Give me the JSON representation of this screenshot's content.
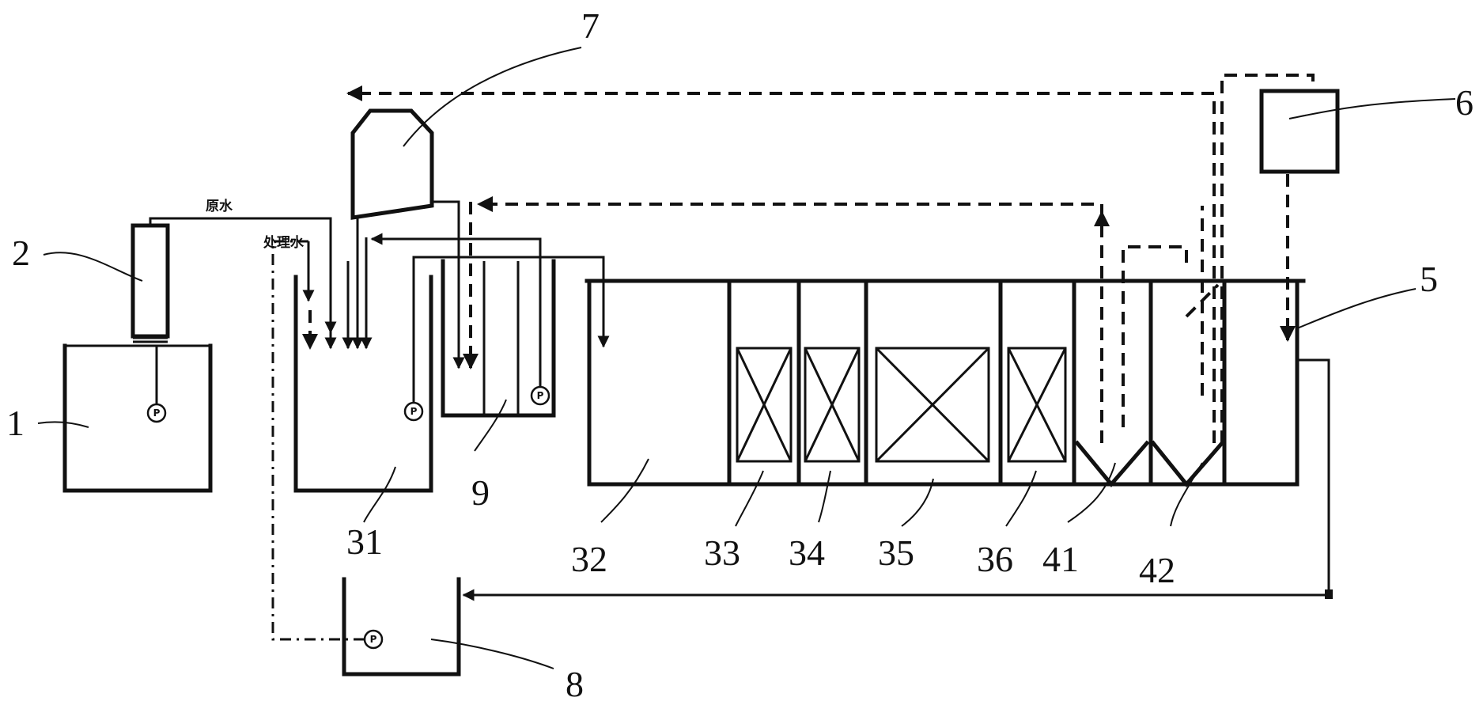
{
  "labels": {
    "raw_water_tank": "1",
    "dosing_tube": "2",
    "tank_31": "31",
    "tank_9": "9",
    "tank_32": "32",
    "tank_33": "33",
    "tank_34": "34",
    "tank_35": "35",
    "tank_36": "36",
    "tank_41": "41",
    "tank_42": "42",
    "reactor_5": "5",
    "box_6": "6",
    "vessel_7": "7",
    "tank_8": "8"
  },
  "text": {
    "raw_water": "原水",
    "treated_water": "处理水"
  },
  "pumps": {
    "p1": "P",
    "p31": "P",
    "p9": "P",
    "p8": "P"
  }
}
